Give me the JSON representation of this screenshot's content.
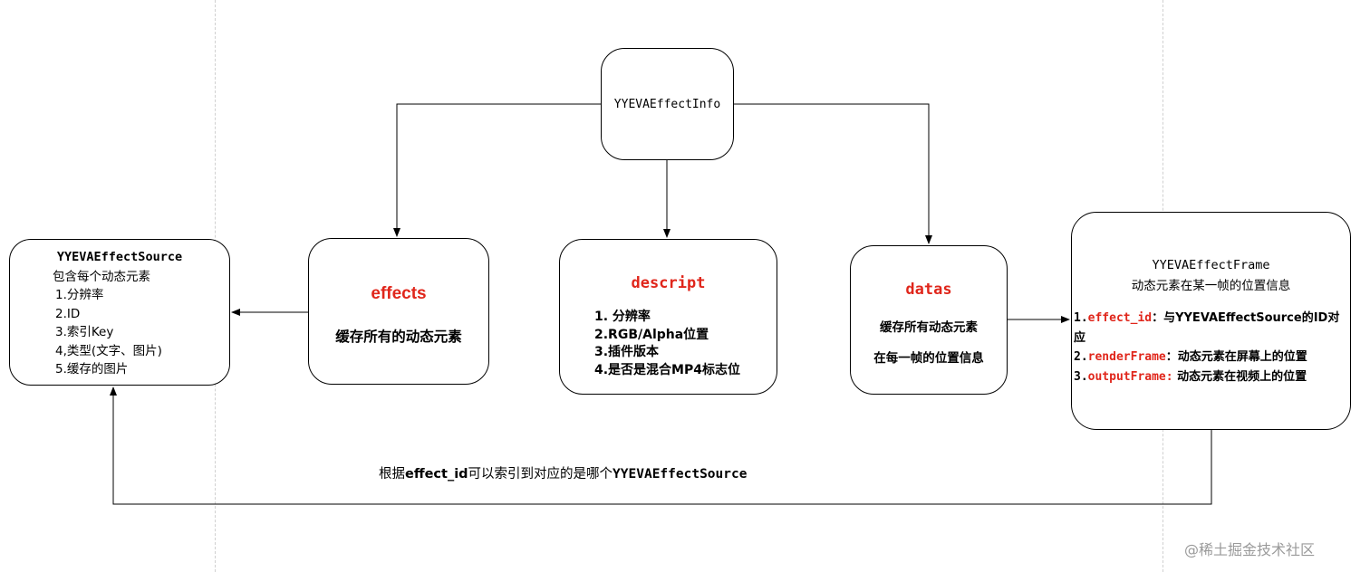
{
  "nodes": {
    "info": {
      "title": "YYEVAEffectInfo"
    },
    "source": {
      "title": "YYEVAEffectSource",
      "subtitle": "包含每个动态元素",
      "items": [
        "1.分辨率",
        "2.ID",
        "3.索引Key",
        "4,类型(文字、图片)",
        "5.缓存的图片"
      ]
    },
    "effects": {
      "title": "effects",
      "desc": "缓存所有的动态元素"
    },
    "descript": {
      "title": "descript",
      "items": [
        "1. 分辨率",
        "2.RGB/Alpha位置",
        "3.插件版本",
        "4.是否是混合MP4标志位"
      ]
    },
    "datas": {
      "title": "datas",
      "desc_line1": "缓存所有动态元素",
      "desc_line2": "在每一帧的位置信息"
    },
    "frame": {
      "title": "YYEVAEffectFrame",
      "subtitle": "动态元素在某一帧的位置信息",
      "items": [
        {
          "num": "1.",
          "key": "effect_id",
          "text": "：与YYEVAEffectSource的ID对应"
        },
        {
          "num": "2.",
          "key": "renderFrame",
          "text": "：动态元素在屏幕上的位置"
        },
        {
          "num": "3.",
          "key": "outputFrame:",
          "text": " 动态元素在视频上的位置"
        }
      ]
    }
  },
  "caption": {
    "prefix": "根据",
    "highlight": "effect_id",
    "middle": "可以索引到对应的是哪个",
    "suffix": "YYEVAEffectSource"
  },
  "watermark": "@稀土掘金技术社区",
  "colors": {
    "accent": "#e0261b",
    "line": "#000000",
    "guide": "#d0d0d0",
    "watermark": "#9a9a9a"
  }
}
